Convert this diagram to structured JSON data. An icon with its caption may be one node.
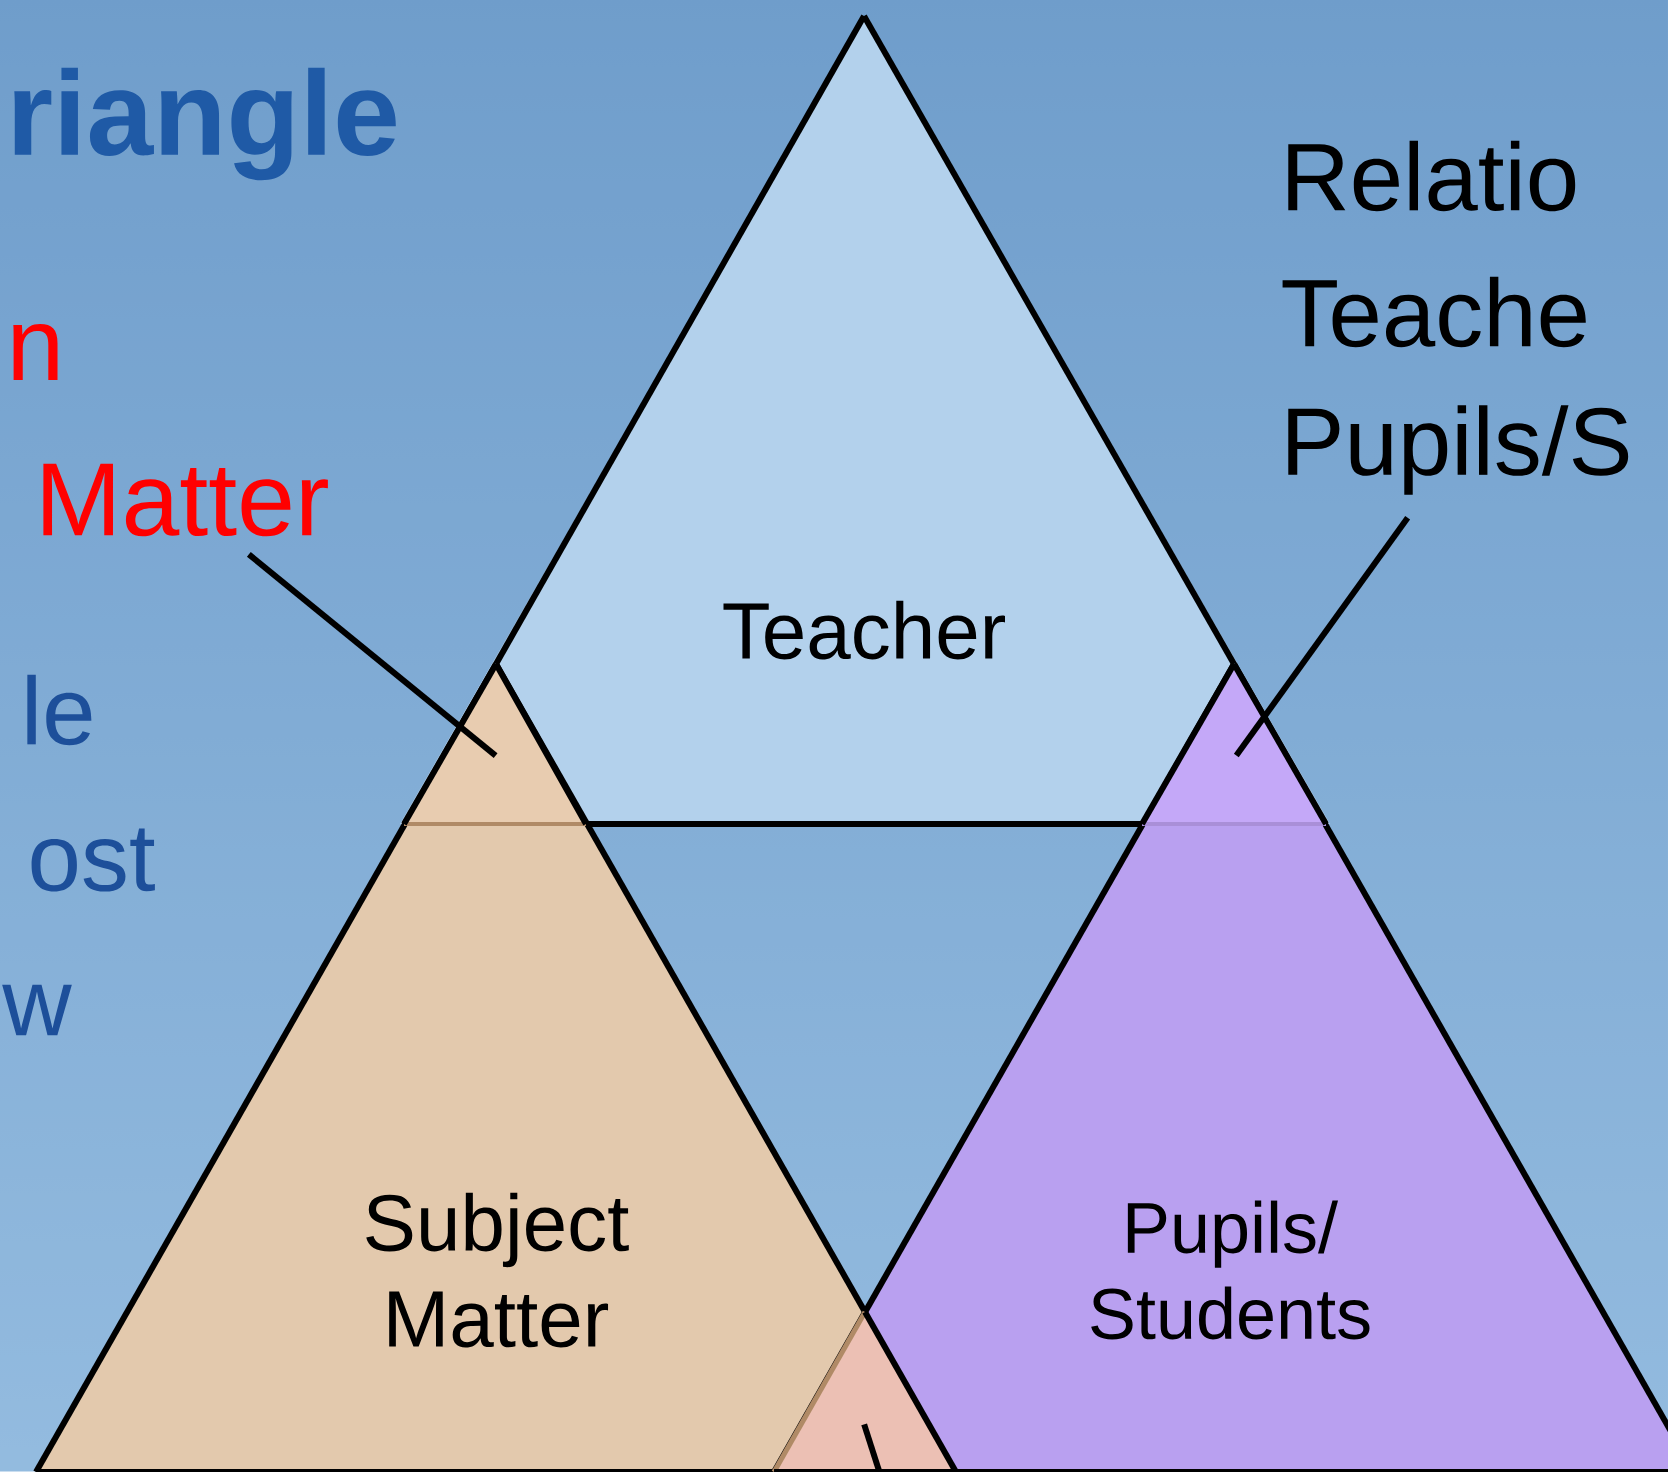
{
  "diagram": {
    "title": "riangle",
    "nodes": [
      {
        "text": [
          "Teacher"
        ]
      },
      {
        "text": [
          "Subject Matter"
        ]
      },
      {
        "text": [
          "Pupils/ Students"
        ]
      },
      {
        "text": [
          "Matter"
        ]
      },
      {
        "text": [
          "Pupils/S"
        ]
      },
      {
        "text": [],
        "shape": "triangle"
      },
      {
        "text": [],
        "shape": "triangle"
      },
      {
        "text": [],
        "shape": "triangle"
      }
    ],
    "edges": [
      {
        "from": 3,
        "to": 5,
        "arrow": "none"
      },
      {
        "from": 4,
        "to": 6,
        "arrow": "none"
      },
      {
        "from": 7,
        "to": null,
        "arrow": "none"
      }
    ],
    "labels": [
      "Relatio",
      "Teache",
      "n",
      "le",
      "ost",
      "w"
    ]
  }
}
